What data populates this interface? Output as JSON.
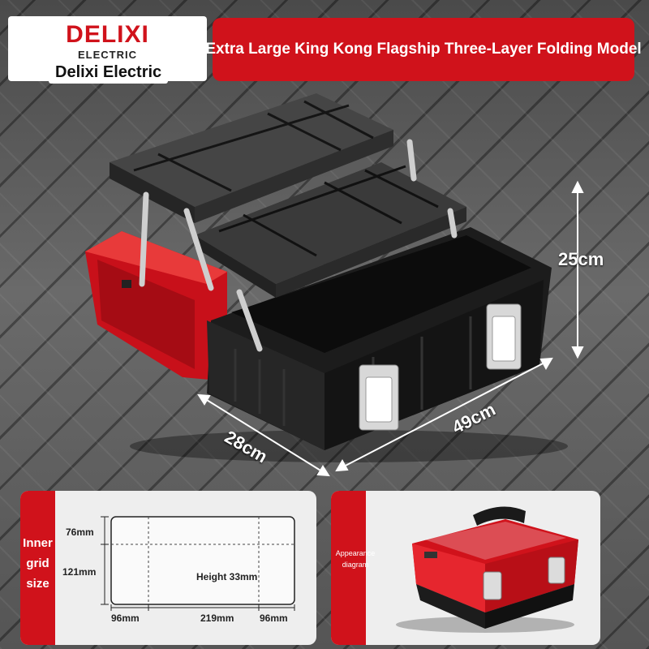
{
  "header": {
    "logo_main": "DELIXI",
    "logo_sub": "ELECTRIC",
    "brand_name": "Delixi Electric",
    "title": "Extra Large King Kong Flagship Three-Layer Folding Model"
  },
  "dimensions": {
    "height": "25cm",
    "length": "49cm",
    "width": "28cm"
  },
  "inner_grid": {
    "label_lines": [
      "Inner",
      "grid",
      "size"
    ],
    "top_row": "76mm",
    "bottom_row": "121mm",
    "height_note": "Height 33mm",
    "left_col": "96mm",
    "middle_col": "219mm",
    "right_col": "96mm"
  },
  "appearance": {
    "label_lines": [
      "Appearance",
      "diagram"
    ]
  },
  "colors": {
    "brand_red": "#d0121b",
    "body_black": "#1c1c1c"
  }
}
